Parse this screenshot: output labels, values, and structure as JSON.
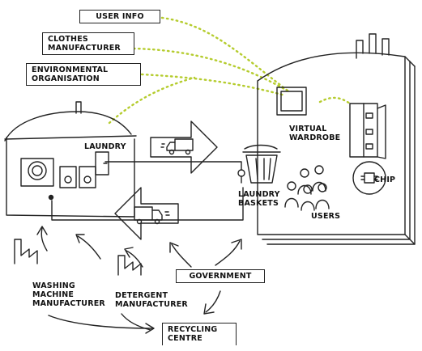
{
  "diagram": {
    "boxes": {
      "user_info": "USER INFO",
      "clothes_manufacturer": "CLOTHES\nMANUFACTURER",
      "environmental_organisation": "ENVIRONMENTAL\nORGANISATION",
      "government": "GOVERNMENT",
      "recycling_centre": "RECYCLING\nCENTRE"
    },
    "labels": {
      "laundry": "LAUNDRY",
      "virtual_wardrobe": "VIRTUAL\nWARDROBE",
      "chip": "CHIP",
      "laundry_baskets": "LAUNDRY\nBASKETS",
      "users": "USERS",
      "washing_machine_manufacturer": "WASHING\nMACHINE\nMANUFACTURER",
      "detergent_manufacturer": "DETERGENT\nMANUFACTURER"
    },
    "colors": {
      "ink": "#222222",
      "dotted_links": "#b5cc2e"
    },
    "icons": [
      "laundry-building",
      "wardrobe-building",
      "truck-icon",
      "laundry-basket-icon",
      "people-icon",
      "factory-icon",
      "cabinet-icon",
      "chip-icon"
    ]
  }
}
